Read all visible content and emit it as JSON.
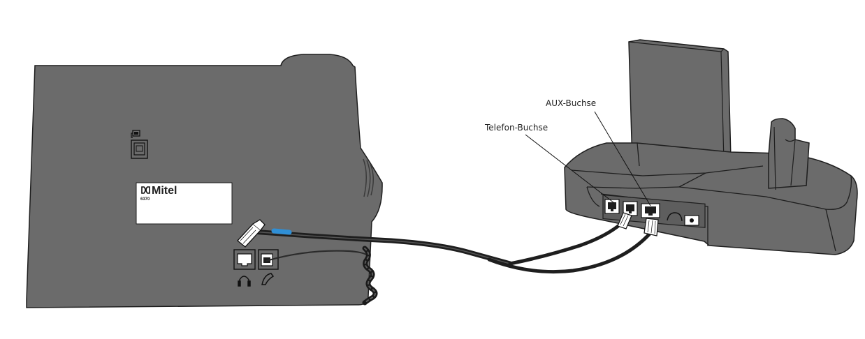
{
  "labels": {
    "telefon_buchse": "Telefon-Buchse",
    "aux_buchse": "AUX-Buchse"
  },
  "phone_label": {
    "brand": "Mitel",
    "model": "6370"
  },
  "colors": {
    "device_body": "#6b6b6b",
    "device_outline": "#1e1e1e",
    "cable": "#2b2b2b",
    "cable_highlight": "#2f8fd6",
    "label_background": "#ffffff",
    "background": "#ffffff"
  },
  "icons": {
    "headset_port": "headset-icon",
    "handset_port": "handset-icon",
    "lock_port": "handset-lock-icon",
    "brand_logo": "mitel-logo-icon"
  }
}
